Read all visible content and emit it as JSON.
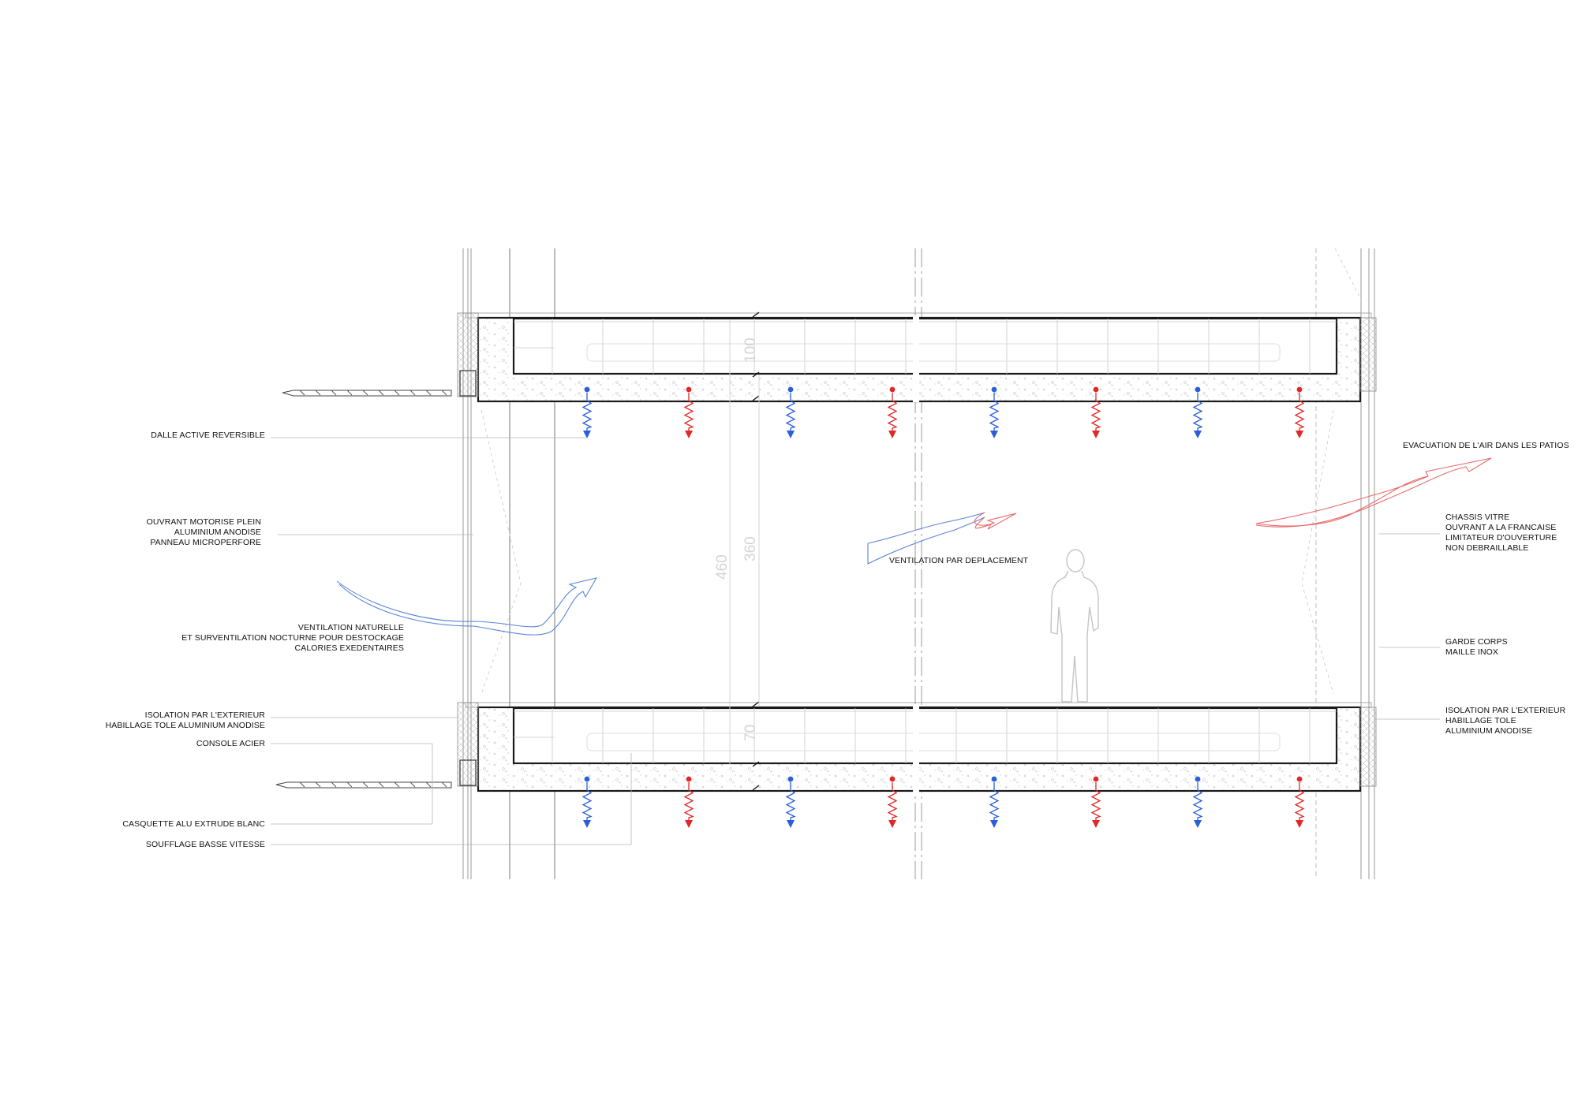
{
  "labels": {
    "dalle_active": "DALLE ACTIVE REVERSIBLE",
    "ouvrant": [
      "OUVRANT MOTORISE PLEIN",
      "ALUMINIUM ANODISE",
      "PANNEAU MICROPERFORE"
    ],
    "ventilation_naturelle": [
      "VENTILATION NATURELLE",
      "ET SURVENTILATION NOCTURNE POUR DESTOCKAGE",
      "CALORIES EXEDENTAIRES"
    ],
    "isolation_left": [
      "ISOLATION PAR L'EXTERIEUR",
      "HABILLAGE TOLE ALUMINIUM ANODISE"
    ],
    "console": "CONSOLE ACIER",
    "casquette": "CASQUETTE ALU EXTRUDE  BLANC",
    "soufflage": "SOUFFLAGE BASSE VITESSE",
    "ventilation_deplacement": "VENTILATION PAR DEPLACEMENT",
    "evacuation": "EVACUATION DE L'AIR DANS LES PATIOS",
    "chassis": [
      "CHASSIS VITRE",
      "OUVRANT A LA FRANCAISE",
      "LIMITATEUR D'OUVERTURE",
      "NON DEBRAILLABLE"
    ],
    "garde_corps": [
      "GARDE CORPS",
      "MAILLE INOX"
    ],
    "isolation_right": [
      "ISOLATION PAR L'EXTERIEUR",
      "HABILLAGE TOLE",
      "ALUMINIUM ANODISE"
    ]
  },
  "dimensions": {
    "top_plenum": "100",
    "floor_height": "460",
    "clear_height": "360",
    "bottom_plenum": "70"
  },
  "colors": {
    "cool": "#2b5fd9",
    "warm": "#e02828",
    "line": "#1a1a1a",
    "light_line": "#9a9a9a",
    "annotation": "#b5b5b5"
  },
  "emitter_pattern": [
    "cool",
    "warm",
    "cool",
    "warm",
    "cool",
    "warm",
    "cool",
    "warm"
  ]
}
